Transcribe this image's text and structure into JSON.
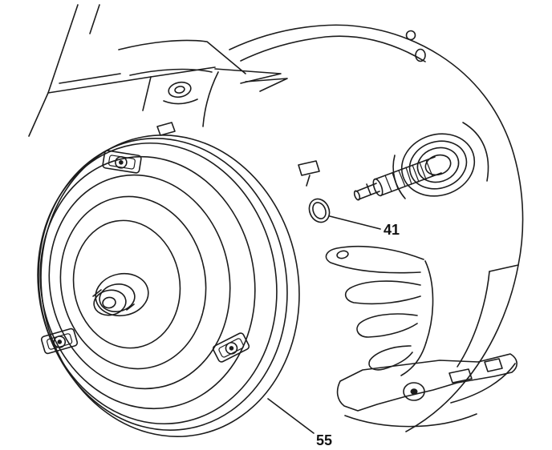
{
  "figure": {
    "background_color": "#ffffff",
    "line_color": "#1c1c1c",
    "callouts": [
      {
        "label": "41",
        "target": "seal-o-ring"
      },
      {
        "label": "55",
        "target": "torque-converter"
      }
    ]
  }
}
